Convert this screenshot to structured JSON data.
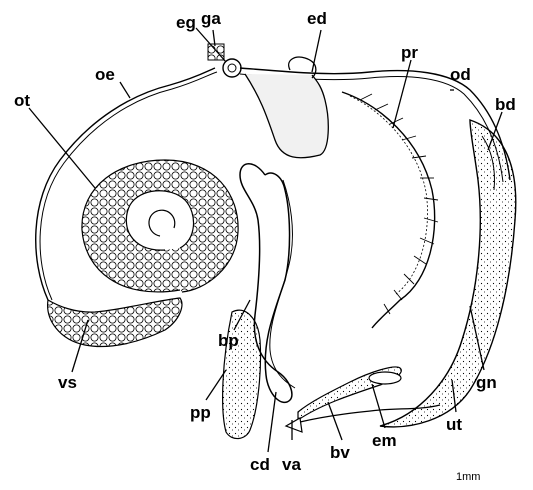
{
  "labels": {
    "ga": "ga",
    "eg": "eg",
    "ed": "ed",
    "pr": "pr",
    "od": "od",
    "bd": "bd",
    "ot": "ot",
    "oe": "oe",
    "vs": "vs",
    "bp": "bp",
    "pp": "pp",
    "cd": "cd",
    "va": "va",
    "bv": "bv",
    "em": "em",
    "ut": "ut",
    "gn": "gn"
  },
  "scale_bar": "1mm",
  "colors": {
    "ink": "#000000",
    "gland_fill": "#f1f1f1",
    "paper": "#ffffff"
  }
}
